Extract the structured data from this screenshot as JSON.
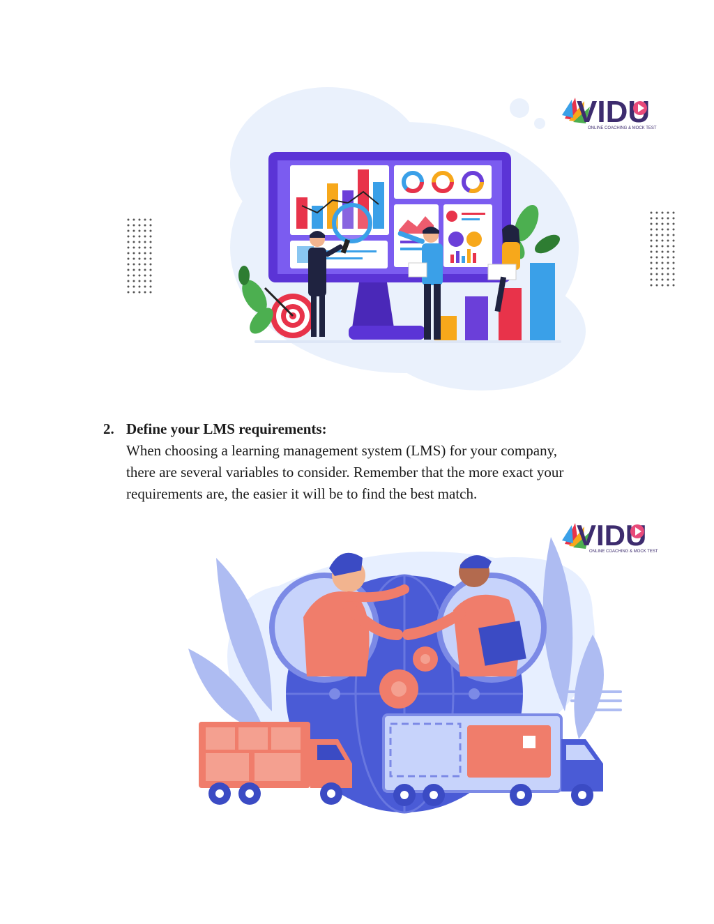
{
  "section": {
    "number": "2.",
    "heading": "Define your LMS requirements:",
    "body_lines": [
      "When choosing a learning management system (LMS) for your company,",
      "there are several variables to consider. Remember that the more exact your",
      "requirements are, the easier it will be to find the best match."
    ]
  },
  "logo": {
    "word": "VIDU",
    "tagline": "ONLINE COACHING & MOCK TEST"
  },
  "icons": {
    "top_illustration": "analytics-dashboard-illustration",
    "bottom_illustration": "business-handshake-logistics-illustration",
    "logo": "vidu-logo"
  },
  "colors": {
    "text": "#1a1a1a",
    "purple": "#5b34d6",
    "logo_purple": "#3d2c6e",
    "coral": "#f07d6b",
    "blue": "#5a69d8",
    "light_blue": "#e3ecfa"
  }
}
